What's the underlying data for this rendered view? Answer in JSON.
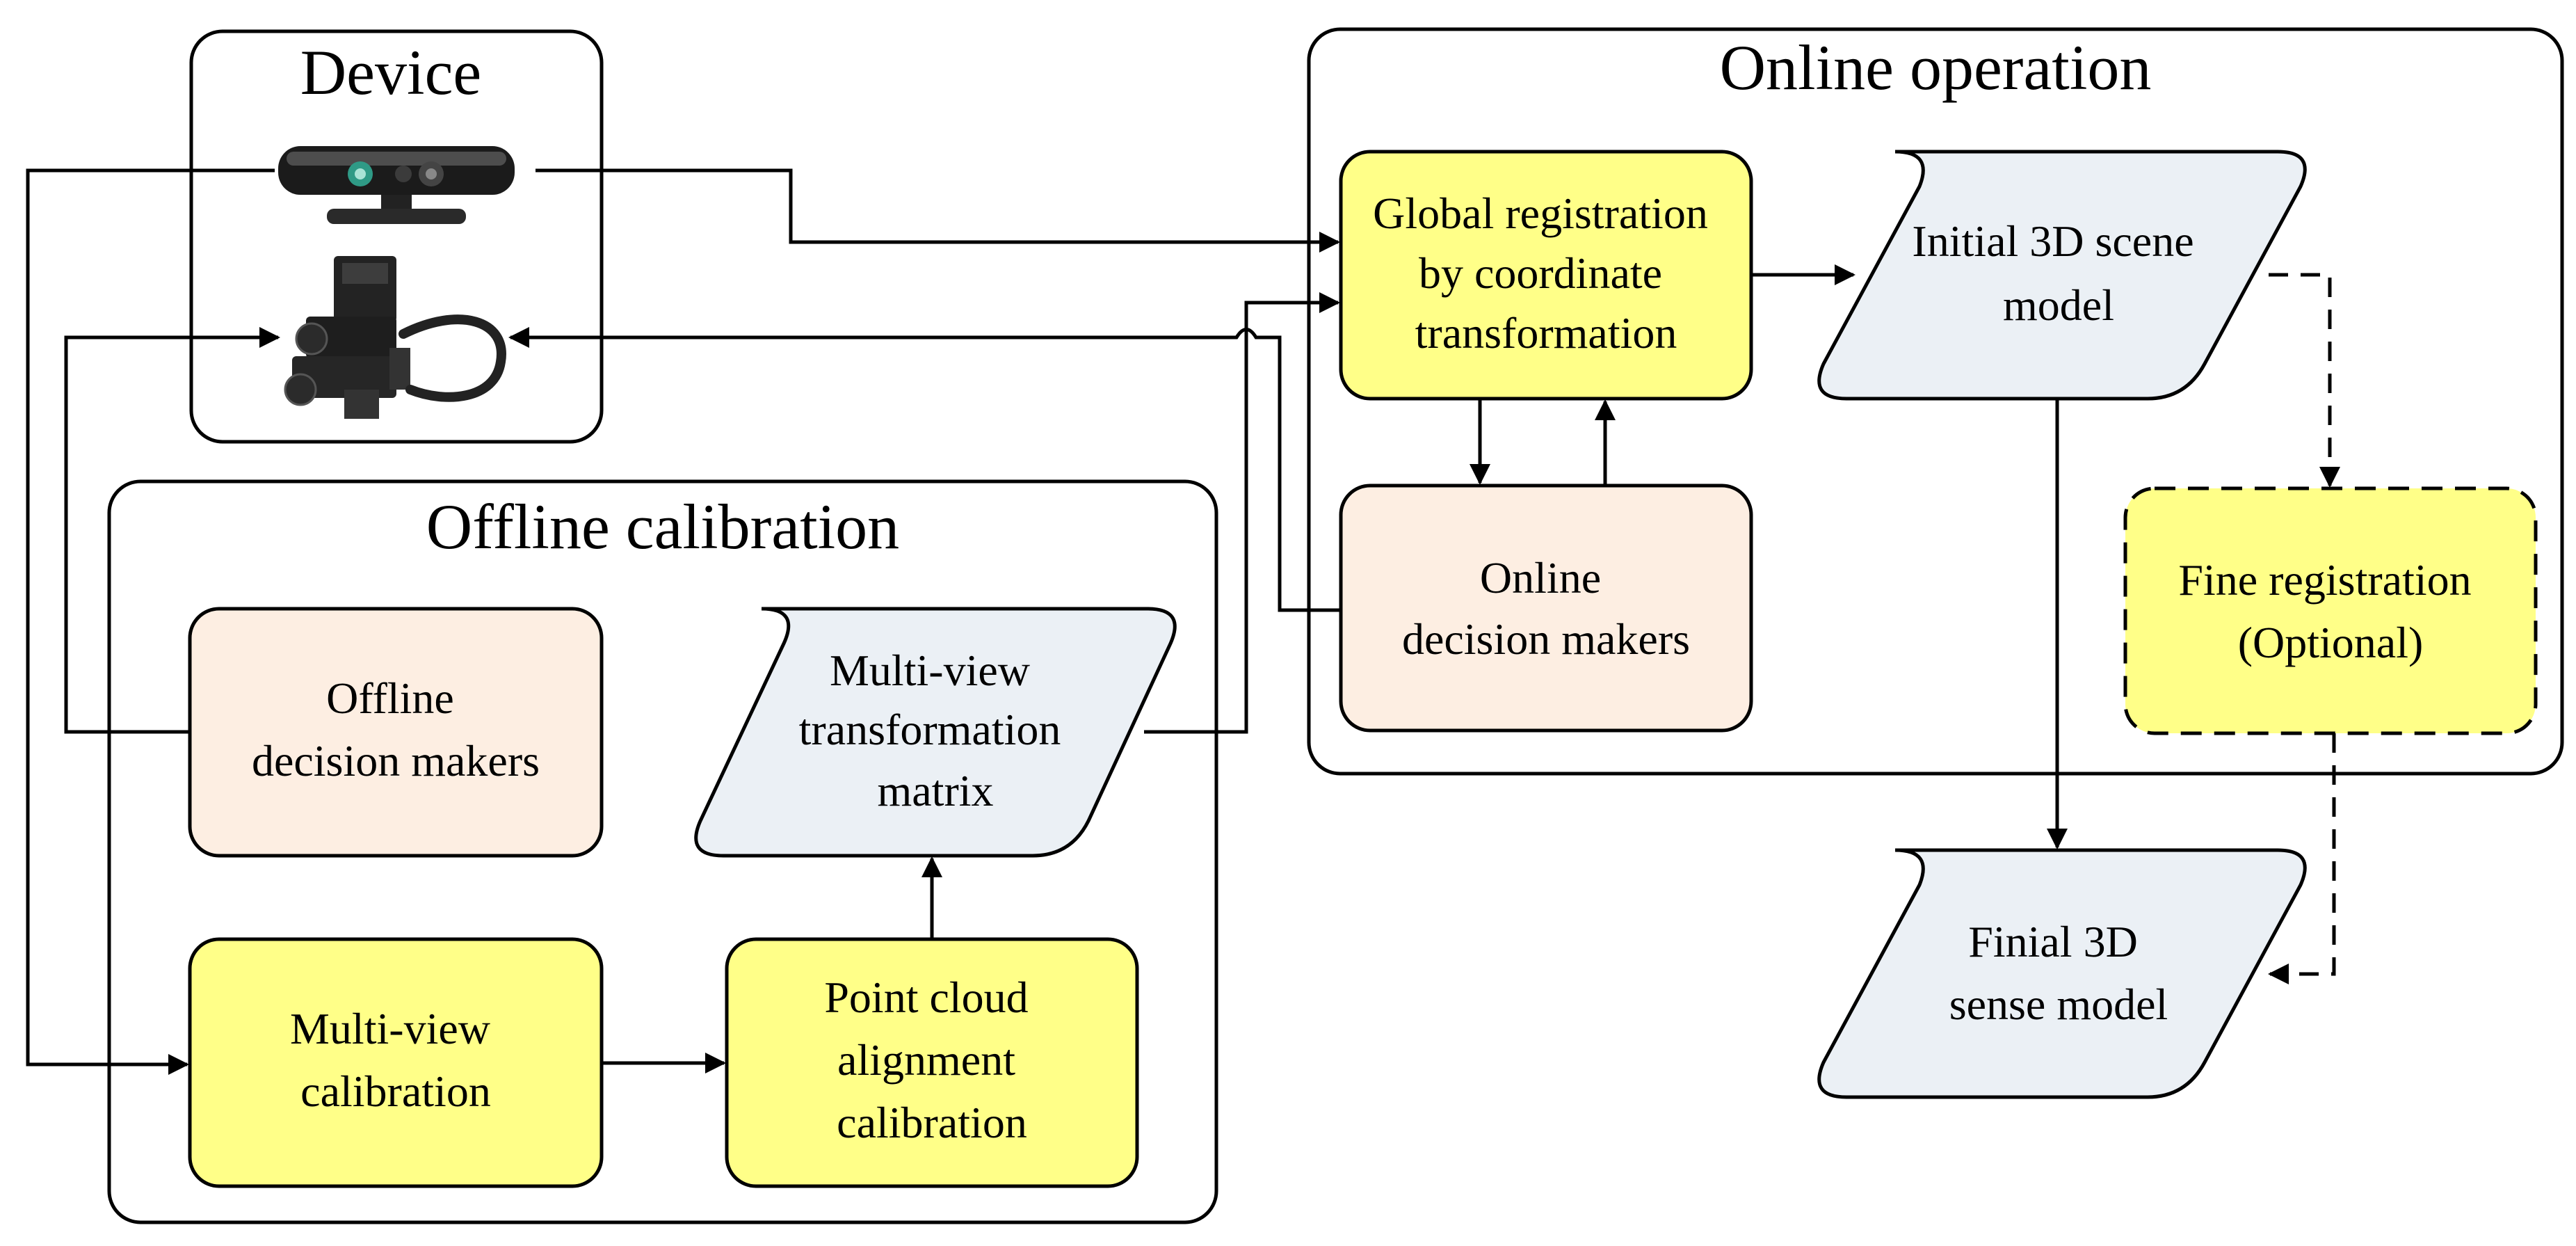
{
  "colors": {
    "yellow": "#ffff88",
    "peach": "#fdeee2",
    "blue_grey": "#ebf0f5",
    "stroke": "#000000"
  },
  "groups": {
    "device": {
      "title": "Device"
    },
    "online": {
      "title": "Online operation"
    },
    "offline": {
      "title": "Offline calibration"
    }
  },
  "nodes": {
    "global_registration": {
      "lines": [
        "Global registration",
        "by coordinate",
        "transformation"
      ]
    },
    "initial_model": {
      "lines": [
        "Initial 3D scene",
        "model"
      ]
    },
    "online_dm": {
      "lines": [
        "Online",
        "decision makers"
      ]
    },
    "fine_registration": {
      "lines": [
        "Fine registration",
        "(Optional)"
      ]
    },
    "final_model": {
      "lines": [
        "Finial 3D",
        "sense model"
      ]
    },
    "offline_dm": {
      "lines": [
        "Offline",
        "decision makers"
      ]
    },
    "mv_matrix": {
      "lines": [
        "Multi-view",
        "transformation",
        "matrix"
      ]
    },
    "mv_calibration": {
      "lines": [
        "Multi-view",
        "calibration"
      ]
    },
    "pc_alignment": {
      "lines": [
        "Point cloud",
        "alignment",
        "calibration"
      ]
    }
  },
  "device_icons": [
    "depth-camera-icon",
    "pan-tilt-unit-icon"
  ]
}
